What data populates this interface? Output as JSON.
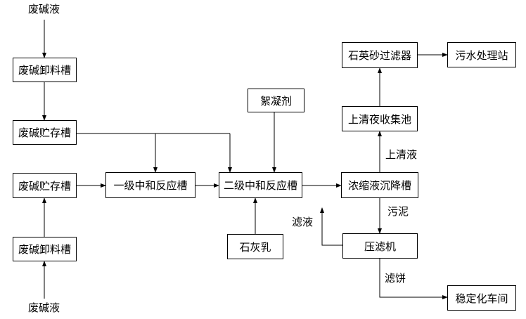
{
  "nodes": {
    "waste_alkali_in_top": "废碱液",
    "unload_tank_1": "废碱卸料槽",
    "storage_tank_1": "废碱贮存槽",
    "storage_tank_2": "废碱贮存槽",
    "unload_tank_2": "废碱卸料槽",
    "waste_alkali_in_bottom": "废碱液",
    "primary_neutralizer": "一级中和反应槽",
    "flocculant": "絮凝剂",
    "secondary_neutralizer": "二级中和反应槽",
    "lime_milk": "石灰乳",
    "thickener": "浓缩液沉降槽",
    "clear_liquid_pool": "上清夜收集池",
    "quartz_sand_filter": "石英砂过滤器",
    "wastewater_station": "污水处理站",
    "filter_press": "压滤机",
    "stabilization_workshop": "稳定化车间"
  },
  "edge_labels": {
    "supernatant": "上清液",
    "sludge": "污泥",
    "filtrate": "滤液",
    "filter_cake": "滤饼"
  }
}
